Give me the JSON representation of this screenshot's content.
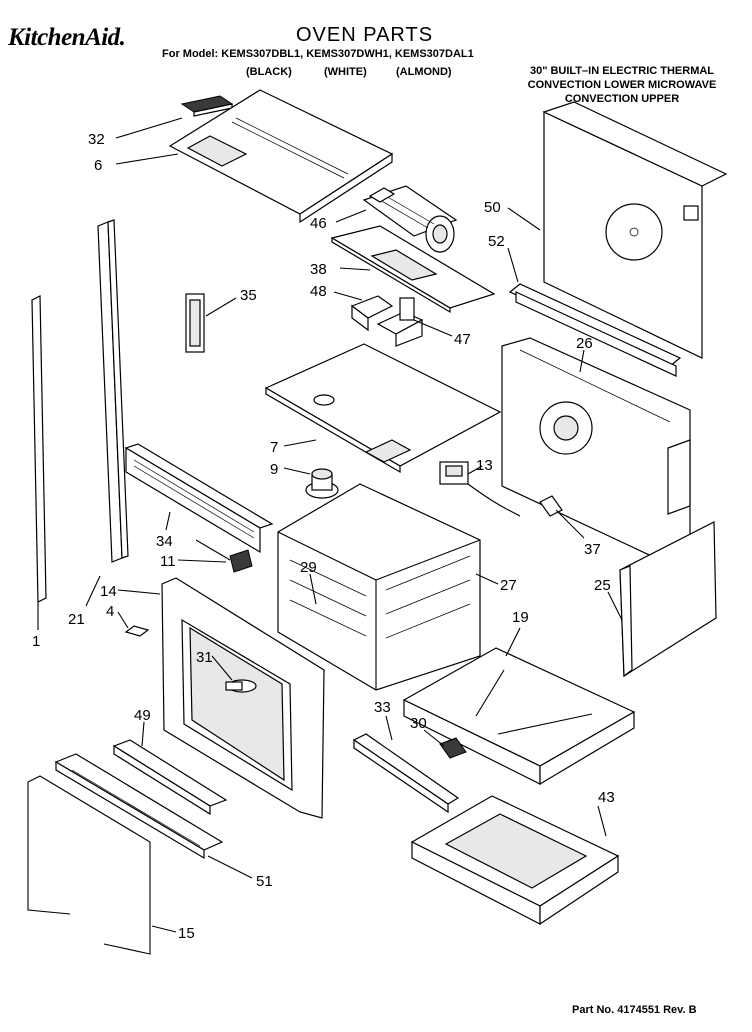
{
  "header": {
    "brand": "KitchenAid.",
    "title": "OVEN PARTS",
    "model_line": "For Model: KEMS307DBL1, KEMS307DWH1, KEMS307DAL1",
    "colors": [
      "(BLACK)",
      "(WHITE)",
      "(ALMOND)"
    ],
    "description": "30\" BUILT–IN ELECTRIC THERMAL CONVECTION LOWER MICROWAVE CONVECTION UPPER"
  },
  "footer": {
    "part_number": "Part No. 4174551 Rev. B"
  },
  "callouts": {
    "c32": "32",
    "c6": "6",
    "c46": "46",
    "c50": "50",
    "c52": "52",
    "c38": "38",
    "c35": "35",
    "c48": "48",
    "c47": "47",
    "c26": "26",
    "c7": "7",
    "c9": "9",
    "c13": "13",
    "c34": "34",
    "c11": "11",
    "c37": "37",
    "c29": "29",
    "c14": "14",
    "c27": "27",
    "c25": "25",
    "c4": "4",
    "c21": "21",
    "c19": "19",
    "c1": "1",
    "c31": "31",
    "c49": "49",
    "c33": "33",
    "c30": "30",
    "c43": "43",
    "c51": "51",
    "c15": "15"
  }
}
